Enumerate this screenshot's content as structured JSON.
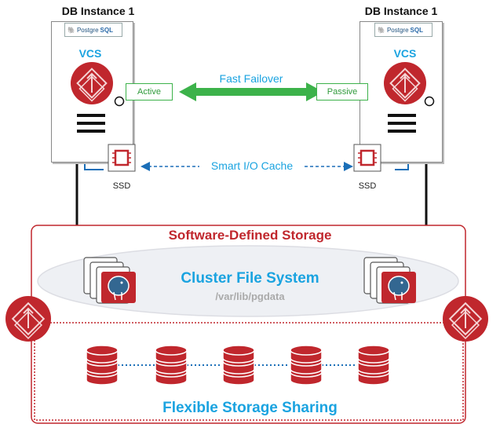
{
  "instances": [
    {
      "title": "DB Instance 1",
      "badge_prefix": "Postgre",
      "badge_suffix": "SQL",
      "vcs": "VCS",
      "status": "Active",
      "ssd": "SSD"
    },
    {
      "title": "DB Instance 1",
      "badge_prefix": "Postgre",
      "badge_suffix": "SQL",
      "vcs": "VCS",
      "status": "Passive",
      "ssd": "SSD"
    }
  ],
  "links": {
    "failover": "Fast Failover",
    "cache": "Smart I/O Cache"
  },
  "storage": {
    "title": "Software-Defined Storage",
    "cluster_fs": "Cluster File System",
    "path": "/var/lib/pgdata",
    "sharing": "Flexible Storage Sharing"
  },
  "colors": {
    "brand_red": "#c0272d",
    "accent_blue": "#1aa3e0",
    "status_green": "#3cb24a"
  },
  "icons": {
    "vcs": "veritas-diamond-icon",
    "ssd": "chip-icon",
    "db": "database-cylinder-icon",
    "pg": "postgres-elephant-icon"
  }
}
